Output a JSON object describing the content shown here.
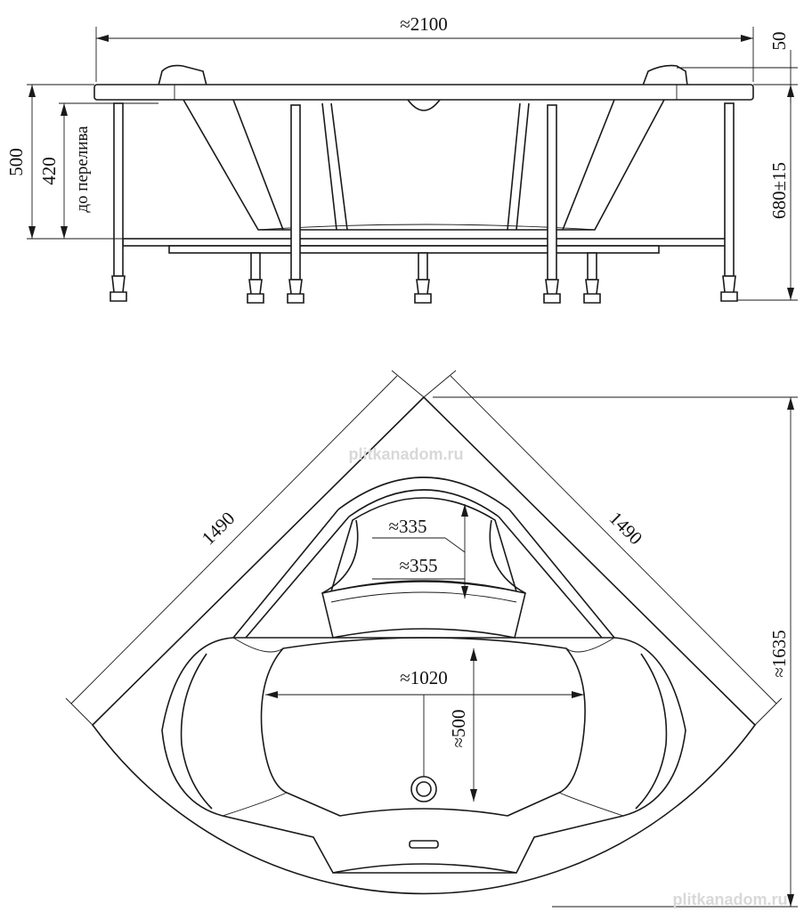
{
  "side_view": {
    "width_label": "≈2100",
    "rim_label": "50",
    "height_label": "500",
    "overflow_height_label": "420",
    "overflow_note": "до перелива",
    "legs_label": "680±15"
  },
  "top_view": {
    "left_side_label": "1490",
    "right_side_label": "1490",
    "diagonal_label": "≈1635",
    "headrest_inner_label": "≈335",
    "headrest_outer_label": "≈355",
    "basin_width_label": "≈1020",
    "basin_depth_label": "≈500"
  },
  "watermark": "plitkanadom.ru",
  "colors": {
    "line": "#1a1a1a",
    "background": "#ffffff",
    "watermark": "#d8d8d8"
  }
}
